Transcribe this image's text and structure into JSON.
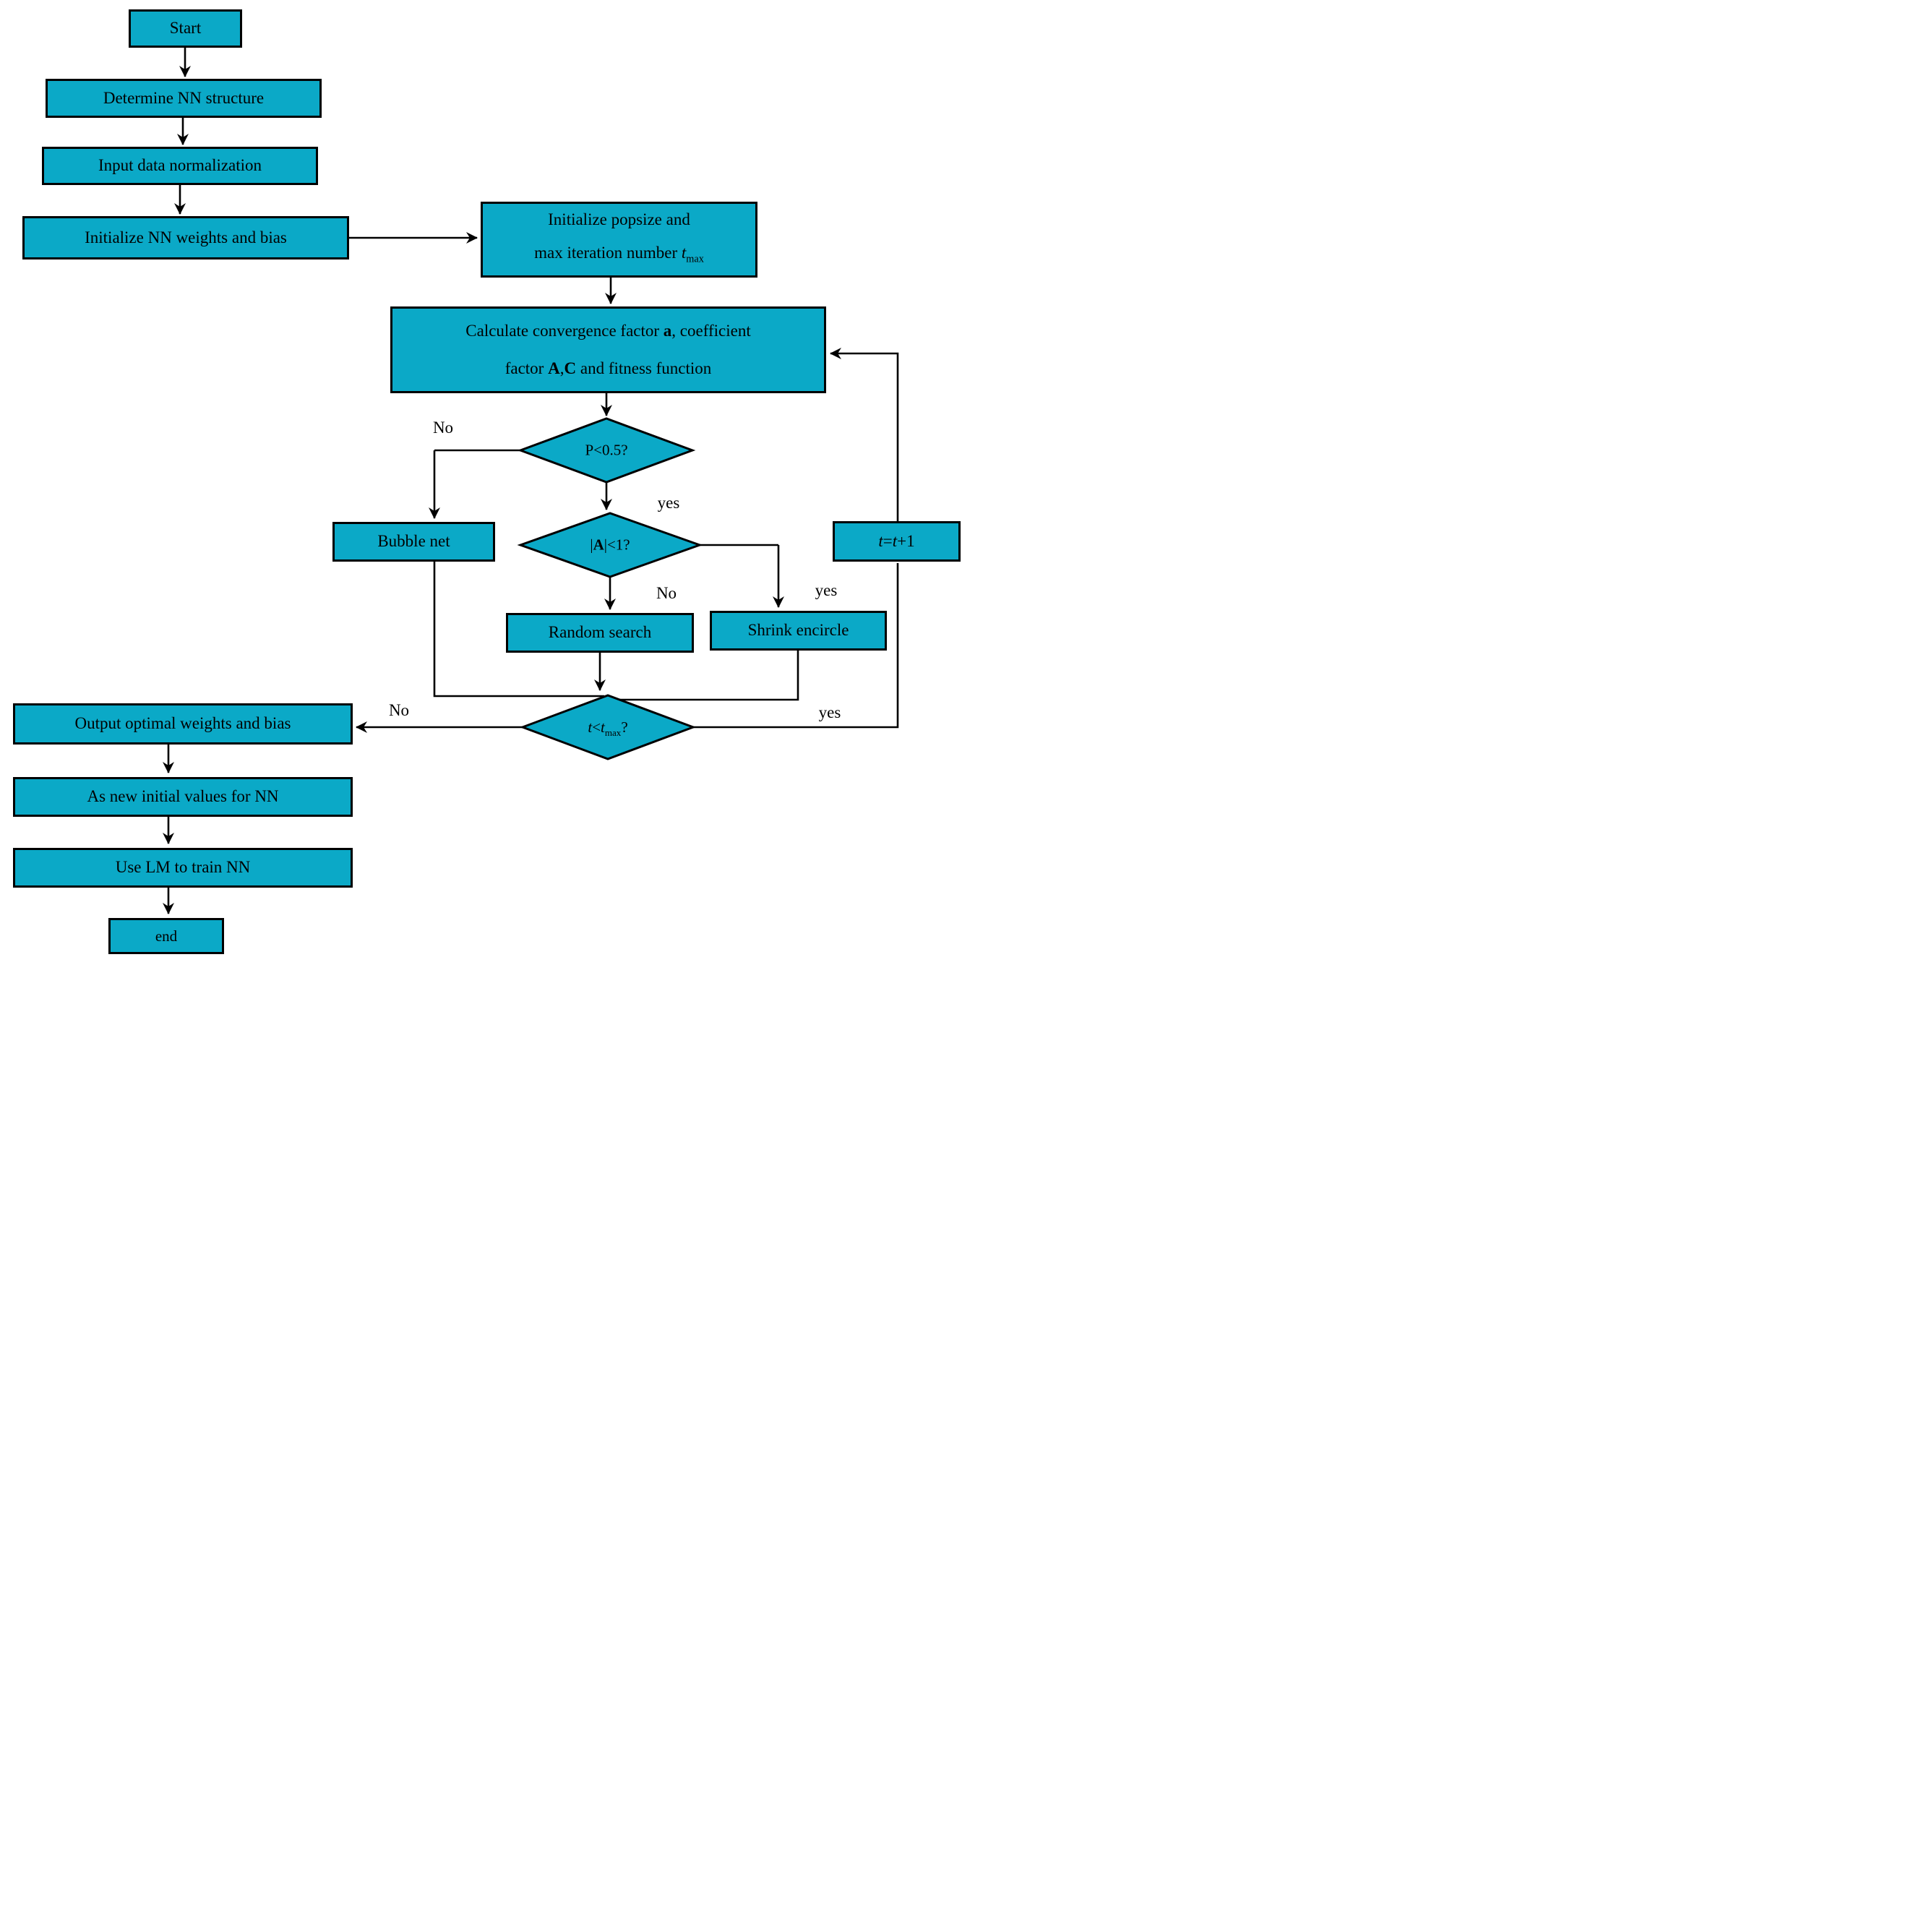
{
  "colors": {
    "node_fill": "#0ba9c7",
    "node_border": "#000000",
    "line": "#000000",
    "text": "#000000"
  },
  "nodes": {
    "start": {
      "label": "Start"
    },
    "determine": {
      "label": "Determine NN structure"
    },
    "normalize": {
      "label": "Input data normalization"
    },
    "init_nn": {
      "label": "Initialize NN weights and bias"
    },
    "popsize": {
      "line1": "Initialize popsize and",
      "line2_pre": "max iteration number ",
      "var_t": "t",
      "sub_max": "max"
    },
    "calc": {
      "line1_pre": "Calculate convergence factor ",
      "bold_a": "a",
      "line1_post": ", coefficient",
      "line2_pre": "factor ",
      "bold_A": "A",
      "comma": ",",
      "bold_C": "C",
      "line2_post": " and fitness function"
    },
    "p_decision": {
      "label": "P<0.5?"
    },
    "bubble": {
      "label": "Bubble net"
    },
    "a_decision": {
      "pre": "|",
      "bold_A": "A",
      "post": "|<1?"
    },
    "t_update": {
      "t1": "t",
      "eq": "=",
      "t2": "t",
      "inc": "+1"
    },
    "random": {
      "label": "Random search"
    },
    "shrink": {
      "label": "Shrink encircle"
    },
    "t_decision": {
      "t1": "t",
      "lt": "<",
      "t2": "t",
      "sub_max": "max",
      "q": "?"
    },
    "output": {
      "label": "Output optimal weights and bias"
    },
    "as_new": {
      "label": "As new initial values for NN"
    },
    "use_lm": {
      "label": "Use LM to train NN"
    },
    "end": {
      "label": "end"
    }
  },
  "edge_labels": {
    "p_no": "No",
    "p_yes": "yes",
    "a_no": "No",
    "a_yes": "yes",
    "t_yes": "yes",
    "t_no": "No"
  }
}
